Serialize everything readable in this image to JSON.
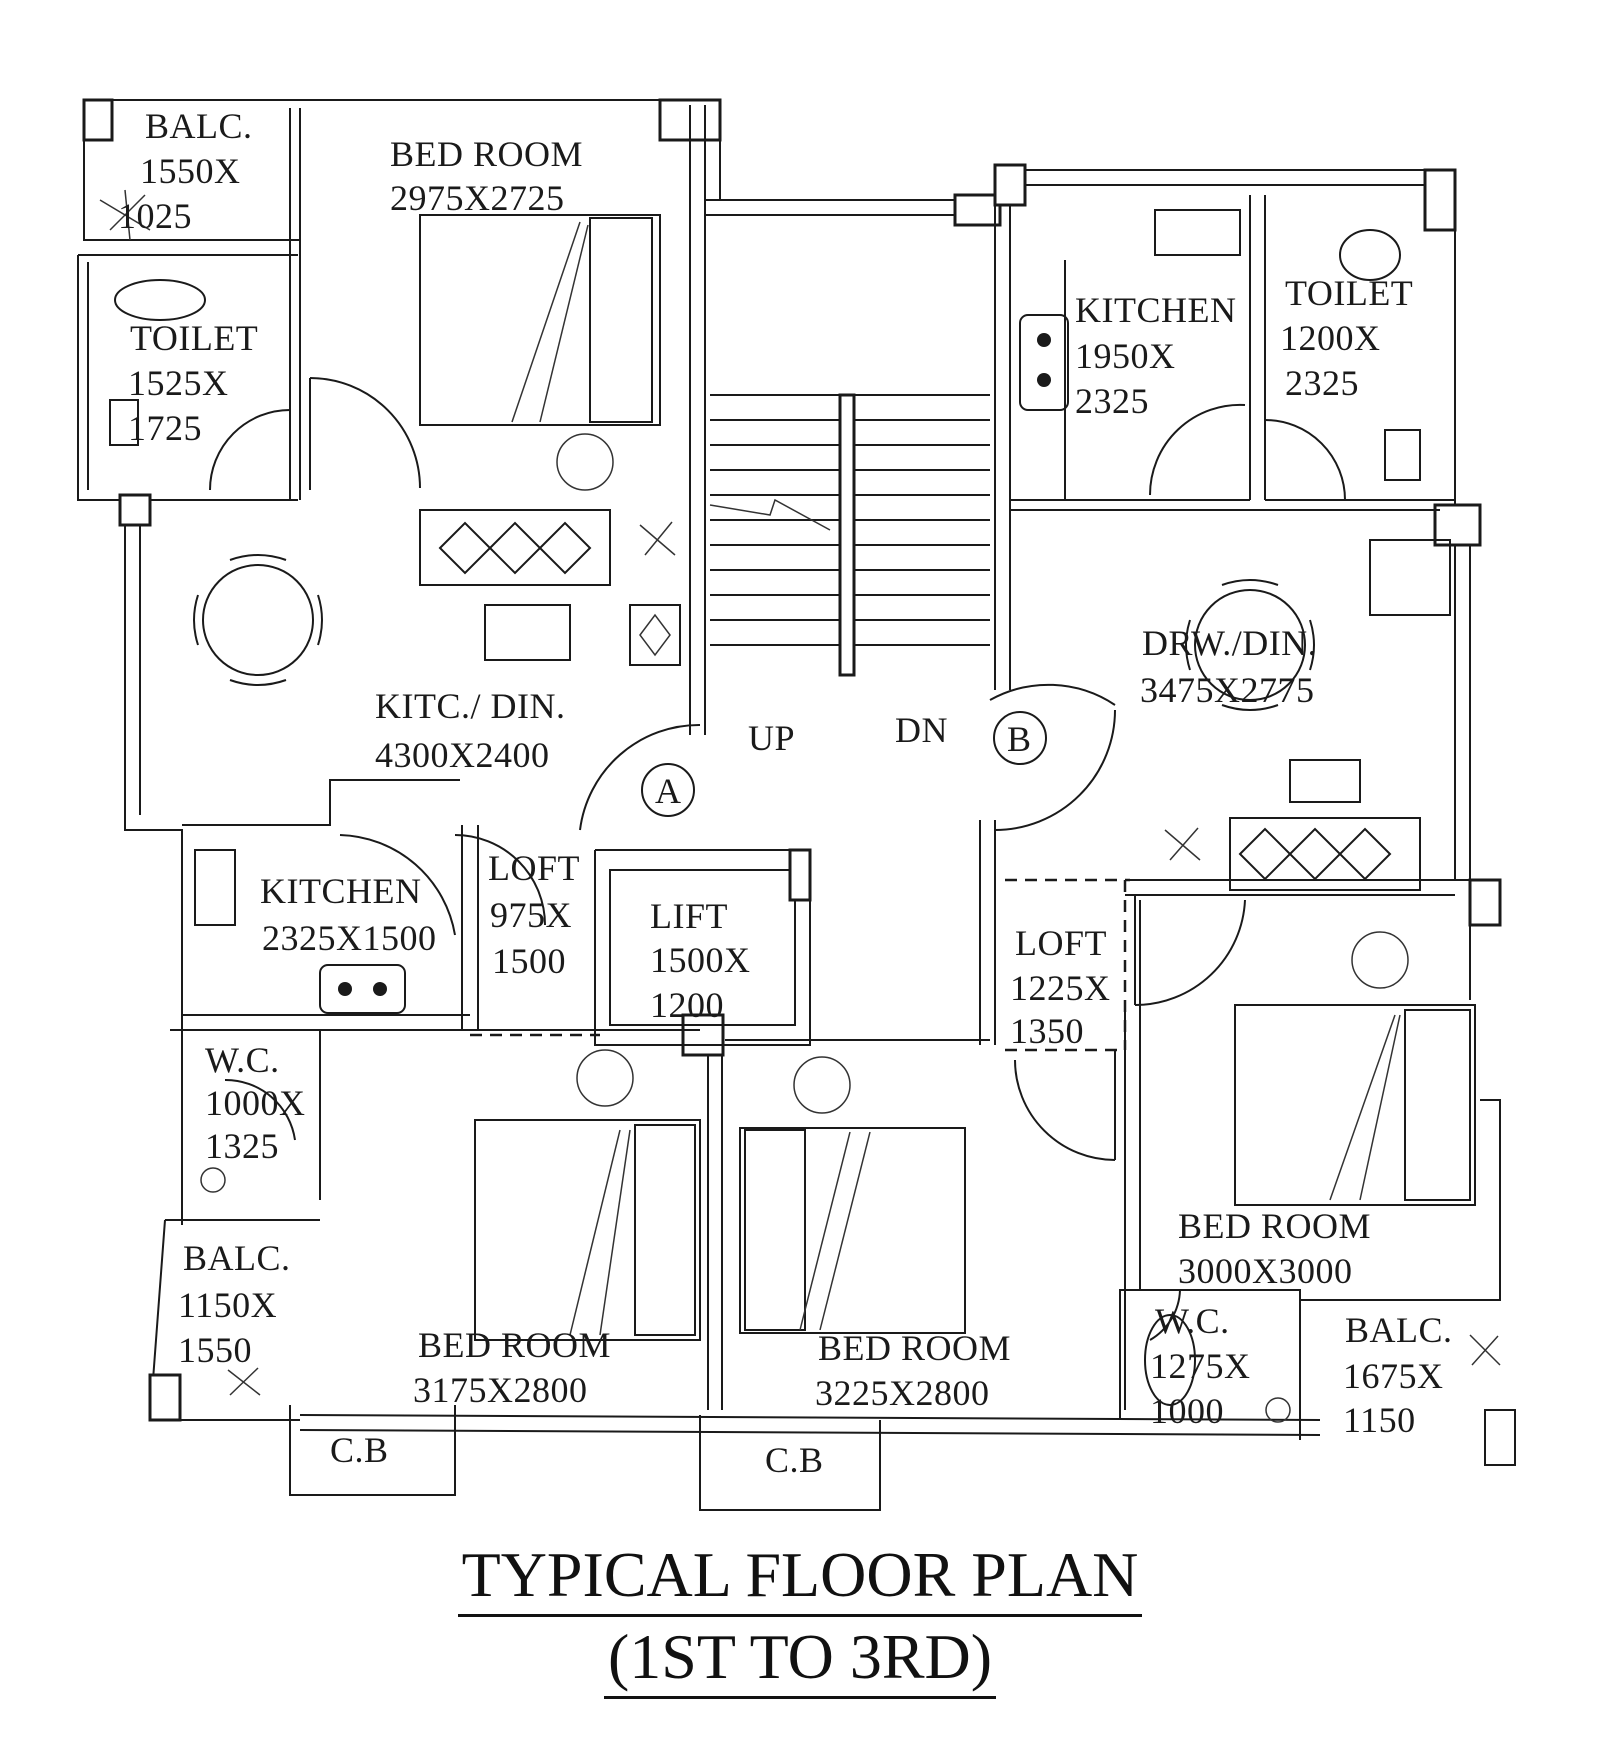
{
  "title": {
    "line1": "TYPICAL FLOOR PLAN",
    "line2": "(1ST TO 3RD)"
  },
  "rooms": {
    "balc_top_left": {
      "name": "BALC.",
      "dim1": "1550X",
      "dim2": "1025"
    },
    "bedroom_top": {
      "name": "BED ROOM",
      "dims": "2975X2725"
    },
    "toilet_left": {
      "name": "TOILET",
      "dim1": "1525X",
      "dim2": "1725"
    },
    "kitchen_right": {
      "name": "KITCHEN",
      "dim1": "1950X",
      "dim2": "2325"
    },
    "toilet_right": {
      "name": "TOILET",
      "dim1": "1200X",
      "dim2": "2325"
    },
    "kitc_din": {
      "name": "KITC./ DIN.",
      "dims": "4300X2400"
    },
    "drw_din": {
      "name": "DRW./DIN.",
      "dims": "3475X2775"
    },
    "kitchen_left": {
      "name": "KITCHEN",
      "dims": "2325X1500"
    },
    "loft_left": {
      "name": "LOFT",
      "dim1": "975X",
      "dim2": "1500"
    },
    "lift": {
      "name": "LIFT",
      "dim1": "1500X",
      "dim2": "1200"
    },
    "loft_right": {
      "name": "LOFT",
      "dim1": "1225X",
      "dim2": "1350"
    },
    "wc_left": {
      "name": "W.C.",
      "dim1": "1000X",
      "dim2": "1325"
    },
    "balc_bottom_left": {
      "name": "BALC.",
      "dim1": "1150X",
      "dim2": "1550"
    },
    "bedroom_bottom_left": {
      "name": "BED ROOM",
      "dims": "3175X2800"
    },
    "bedroom_bottom_mid": {
      "name": "BED ROOM",
      "dims": "3225X2800"
    },
    "bedroom_right": {
      "name": "BED ROOM",
      "dims": "3000X3000"
    },
    "wc_right": {
      "name": "W.C.",
      "dim1": "1275X",
      "dim2": "1000"
    },
    "balc_bottom_right": {
      "name": "BALC.",
      "dim1": "1675X",
      "dim2": "1150"
    },
    "cb_left": {
      "name": "C.B"
    },
    "cb_right": {
      "name": "C.B"
    }
  },
  "stair": {
    "up": "UP",
    "dn": "DN"
  },
  "markers": {
    "a": "A",
    "b": "B"
  }
}
